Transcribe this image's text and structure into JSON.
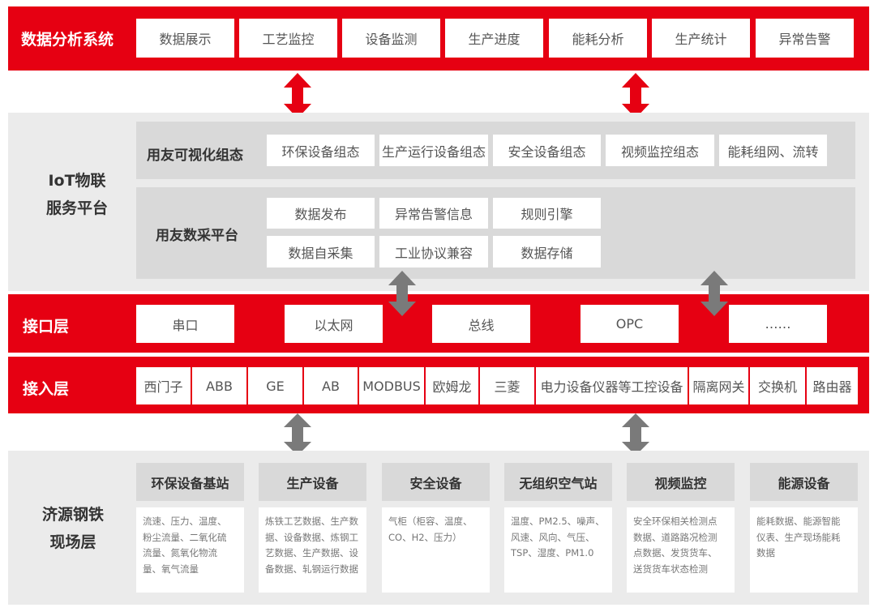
{
  "layers": {
    "analysis": {
      "title": "数据分析系统",
      "items": [
        "数据展示",
        "工艺监控",
        "设备监测",
        "生产进度",
        "能耗分析",
        "生产统计",
        "异常告警"
      ]
    },
    "iot": {
      "title_line1": "IoT物联",
      "title_line2": "服务平台",
      "visual": {
        "title": "用友可视化组态",
        "items": [
          "环保设备组态",
          "生产运行设备组态",
          "安全设备组态",
          "视频监控组态",
          "能耗组网、流转"
        ]
      },
      "collect": {
        "title": "用友数采平台",
        "row1": [
          "数据发布",
          "异常告警信息",
          "规则引擎"
        ],
        "row2": [
          "数据自采集",
          "工业协议兼容",
          "数据存储"
        ]
      }
    },
    "interface": {
      "title": "接口层",
      "items": [
        "串口",
        "以太网",
        "总线",
        "OPC",
        "……"
      ]
    },
    "access": {
      "title": "接入层",
      "items": [
        "西门子",
        "ABB",
        "GE",
        "AB",
        "MODBUS",
        "欧姆龙",
        "三菱",
        "电力设备仪器等工控设备",
        "隔离网关",
        "交换机",
        "路由器"
      ]
    },
    "site": {
      "title_line1": "济源钢铁",
      "title_line2": "现场层",
      "cards": [
        {
          "head": "环保设备基站",
          "lines": [
            "流速、压力、温度、",
            "粉尘流量、二氧化硫",
            "流量、氮氧化物流",
            "量、氧气流量"
          ]
        },
        {
          "head": "生产设备",
          "lines": [
            "炼铁工艺数据、生产数",
            "据、设备数据、炼钢工",
            "艺数据、生产数据、设",
            "备数据、轧钢运行数据"
          ]
        },
        {
          "head": "安全设备",
          "lines": [
            "气柜（柜容、温度、",
            "CO、H2、压力）"
          ]
        },
        {
          "head": "无组织空气站",
          "lines": [
            "温度、PM2.5、噪声、",
            "风速、风向、气压、",
            "TSP、湿度、PM1.0"
          ]
        },
        {
          "head": "视频监控",
          "lines": [
            "安全环保相关检测点",
            "数据、道路路况检测",
            "点数据、发货货车、",
            "送货货车状态检测"
          ]
        },
        {
          "head": "能源设备",
          "lines": [
            "能耗数据、能源智能",
            "仪表、生产现场能耗",
            "数据"
          ]
        }
      ]
    }
  },
  "colors": {
    "accent_red": "#e60012",
    "arrow_gray": "#7a7a7a",
    "panel_gray": "#ebebeb",
    "sub_gray": "#d9d9d9"
  },
  "icons": {
    "red_arrow": "double-arrow-vertical-icon",
    "gray_arrow": "double-arrow-vertical-icon"
  }
}
